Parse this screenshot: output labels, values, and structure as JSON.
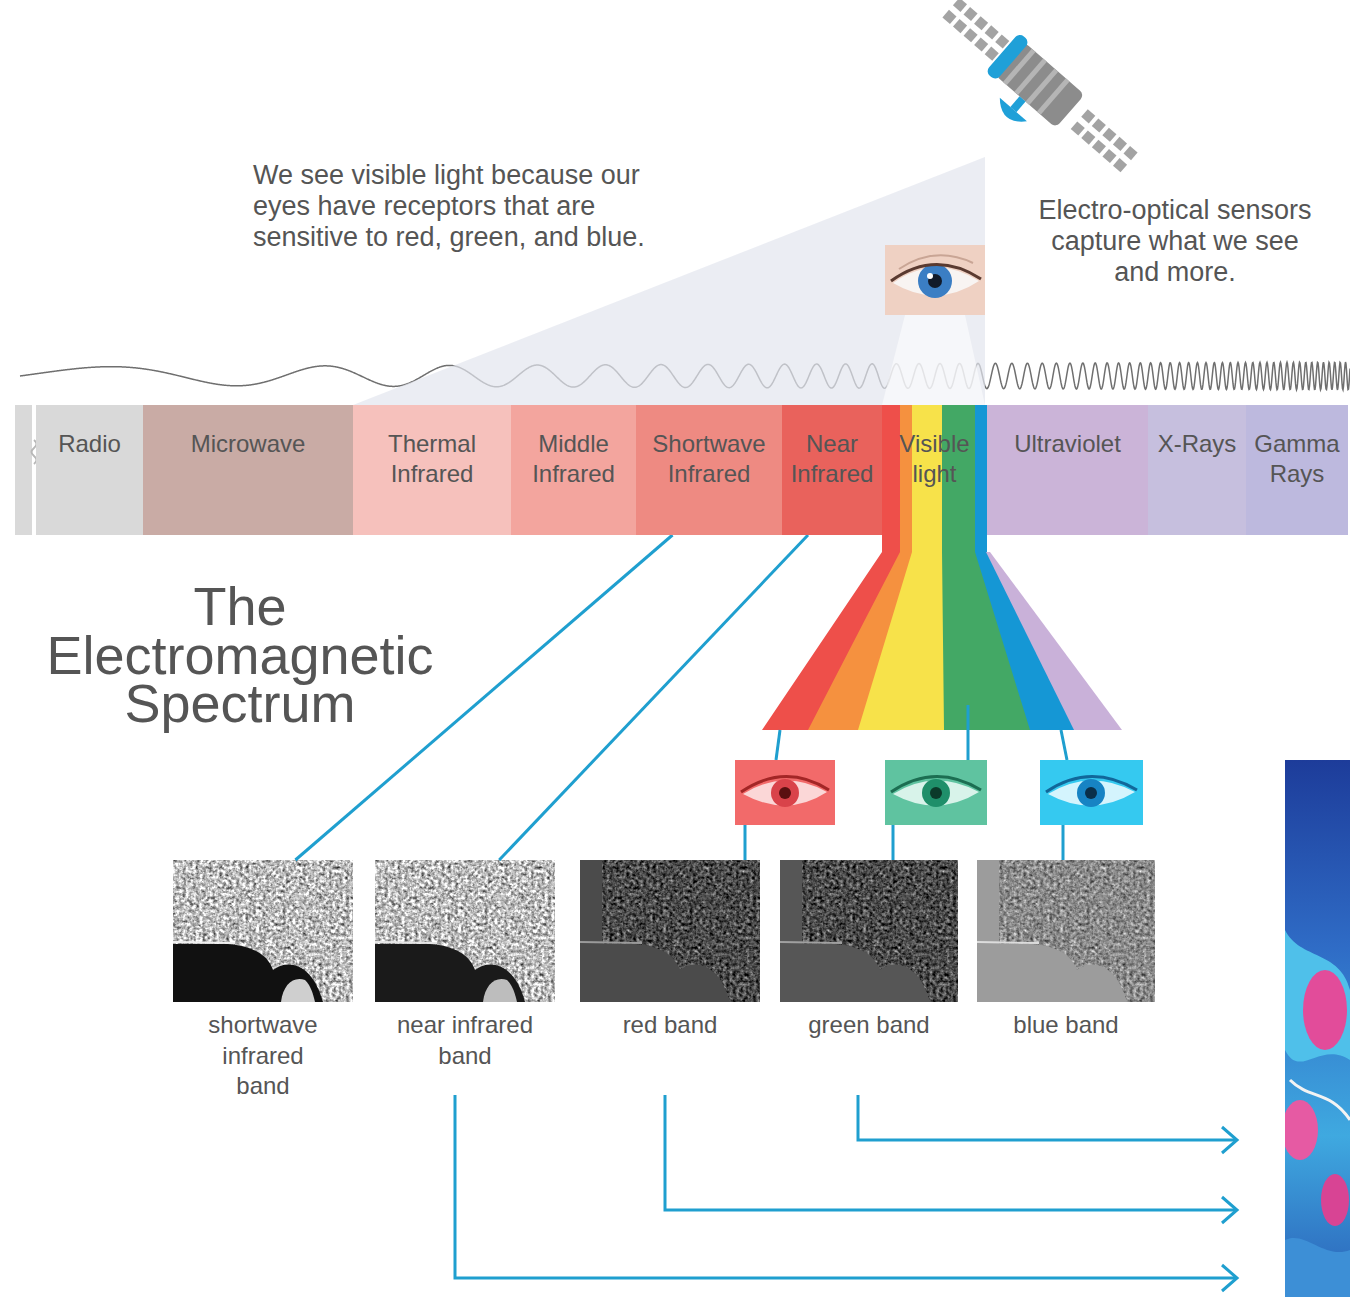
{
  "diagram": {
    "title": "The Electromagnetic Spectrum",
    "nodes": [
      {
        "text": [
          "Radio"
        ]
      },
      {
        "text": [
          "Microwave"
        ]
      },
      {
        "text": [
          "Thermal Infrared"
        ]
      },
      {
        "text": [
          "Middle Infrared"
        ]
      },
      {
        "text": [
          "Shortwave Infrared"
        ]
      },
      {
        "text": [
          "Near Infrared"
        ]
      },
      {
        "text": [
          "Visible light"
        ]
      },
      {
        "text": [
          "Ultraviolet"
        ]
      },
      {
        "text": [
          "X-Rays"
        ]
      },
      {
        "text": [
          "Gamma Rays"
        ]
      },
      {
        "text": [
          "shortwave infrared band"
        ]
      },
      {
        "text": [
          "near infrared band"
        ]
      },
      {
        "text": [
          "red band"
        ]
      },
      {
        "text": [
          "green band"
        ]
      },
      {
        "text": [
          "blue band"
        ]
      }
    ],
    "edges": [
      {
        "from": 4,
        "to": 10,
        "arrow": "none"
      },
      {
        "from": 5,
        "to": 11,
        "arrow": "none"
      }
    ],
    "labels": [
      "We see visible light because our eyes have receptors that are sensitive to red, green, and blue.",
      "Electro-optical sensors capture what we see and more."
    ]
  }
}
